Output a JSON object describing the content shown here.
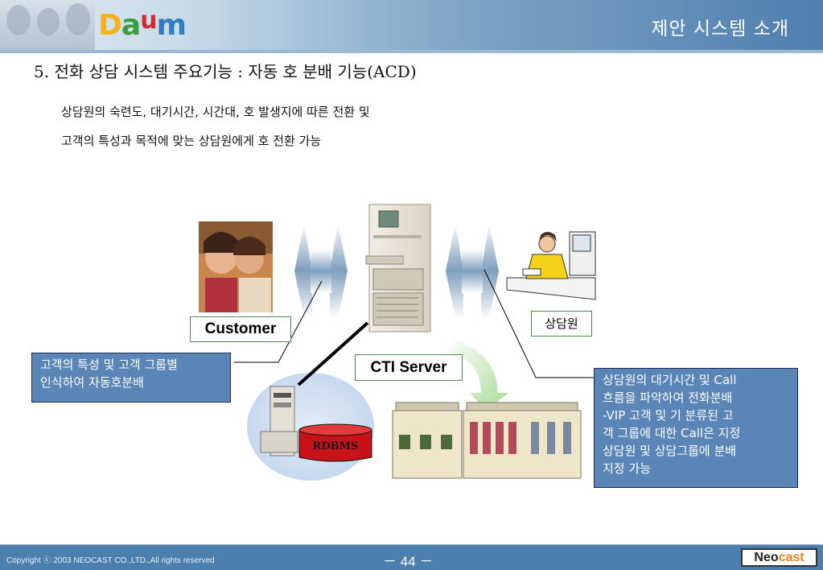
{
  "header": {
    "logo": {
      "d": "D",
      "a": "a",
      "u": "u",
      "m": "m"
    },
    "title": "제안 시스템 소개"
  },
  "main": {
    "title": "5. 전화 상담 시스템 주요기능 : 자동 호 분배 기능(ACD)",
    "description_lines": [
      "상담원의 숙련도, 대기시간, 시간대, 호 발생지에 따른 전환 및",
      "고객의 특성과 목적에 맞는 상담원에게 호 전환 가능"
    ]
  },
  "diagram": {
    "customer_label": "Customer",
    "cti_server_label": "CTI Server",
    "agent_label": "상담원",
    "rdbms_label": "RDBMS",
    "callout_left_lines": [
      "고객의 특성 및 고객 그룹별",
      "인식하여 자동호분배"
    ],
    "callout_right_lines": [
      "상담원의 대기시간 및 Call",
      "흐름을 파악하여 전화분배",
      "-VIP 고객 및 기 분류된 고",
      "객 그룹에 대한 Call은 지정",
      "상담원 및 상담그룹에 분배",
      "지정 가능"
    ]
  },
  "footer": {
    "copyright": "Copyright ⓒ 2003 NEOCAST CO.,LTD.,All rights reserved",
    "page_number": "－ 44 －",
    "brand_neo": "Neo",
    "brand_cast": "cast"
  },
  "colors": {
    "header_blue": "#4f7fae",
    "callout_fill": "#5a86b7",
    "label_border": "#4a8a4a",
    "rdbms_red": "#c8121a",
    "arrow_green": "#b6e0a8"
  }
}
